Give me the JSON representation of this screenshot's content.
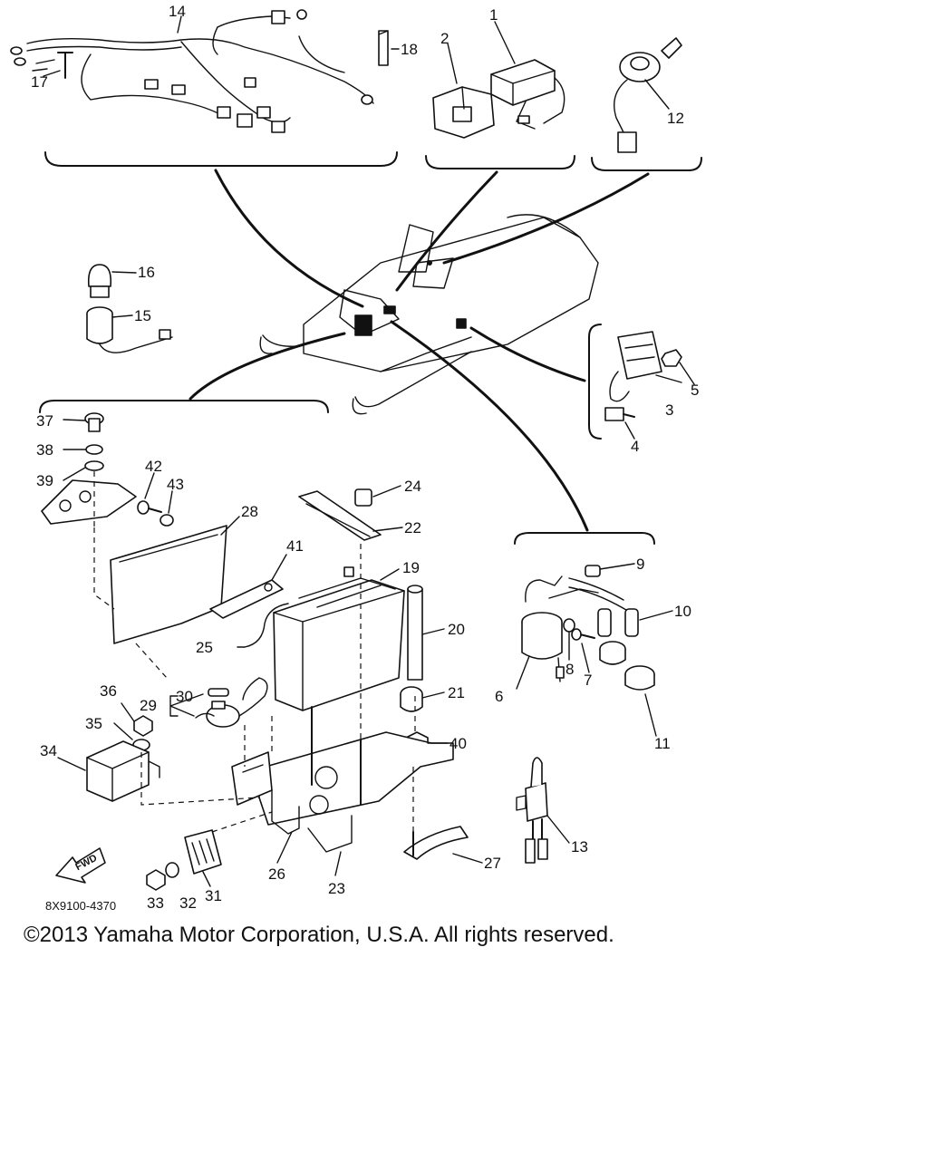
{
  "diagram": {
    "part_numbers": [
      "1",
      "2",
      "3",
      "4",
      "5",
      "6",
      "7",
      "8",
      "9",
      "10",
      "11",
      "12",
      "13",
      "14",
      "15",
      "16",
      "17",
      "18",
      "19",
      "20",
      "21",
      "22",
      "23",
      "24",
      "25",
      "26",
      "27",
      "28",
      "29",
      "30",
      "31",
      "32",
      "33",
      "34",
      "35",
      "36",
      "37",
      "38",
      "39",
      "40",
      "41",
      "42",
      "43"
    ],
    "diagram_code": "8X9100-4370",
    "fwd_label": "FWD"
  },
  "footer": {
    "copyright": "©2013 Yamaha Motor Corporation, U.S.A. All rights reserved."
  }
}
